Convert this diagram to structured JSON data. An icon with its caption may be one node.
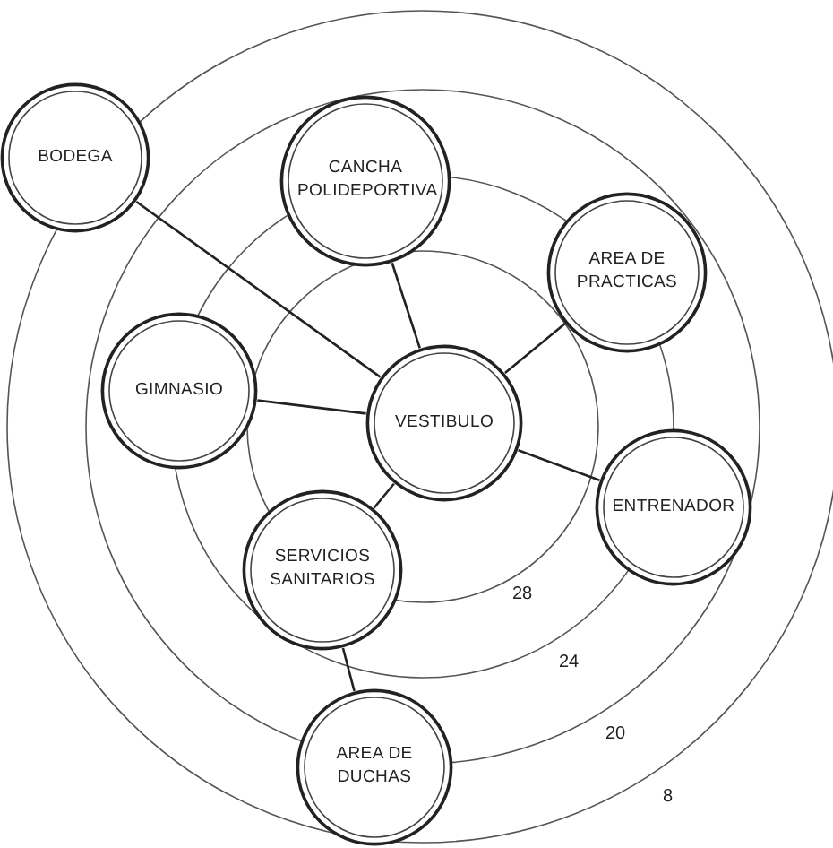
{
  "diagram": {
    "nodes": [
      {
        "text": [
          "BODEGA"
        ]
      },
      {
        "text": [
          "CANCHA POLIDEPORTIVA"
        ]
      },
      {
        "text": [
          "AREA DE PRACTICAS"
        ]
      },
      {
        "text": [
          "GIMNASIO"
        ]
      },
      {
        "text": [
          "VESTIBULO"
        ]
      },
      {
        "text": [
          "ENTRENADOR"
        ]
      },
      {
        "text": [
          "SERVICIOS SANITARIOS"
        ]
      },
      {
        "text": [
          "AREA DE DUCHAS"
        ]
      }
    ],
    "edges": [
      {
        "from": 0,
        "to": 4,
        "arrow": "none"
      },
      {
        "from": 1,
        "to": 4,
        "arrow": "none"
      },
      {
        "from": 2,
        "to": 4,
        "arrow": "none"
      },
      {
        "from": 3,
        "to": 4,
        "arrow": "none"
      },
      {
        "from": 4,
        "to": 5,
        "arrow": "none"
      },
      {
        "from": 4,
        "to": 6,
        "arrow": "none"
      },
      {
        "from": 6,
        "to": 7,
        "arrow": "none"
      }
    ],
    "labels": [
      "28",
      "24",
      "20",
      "8"
    ]
  }
}
